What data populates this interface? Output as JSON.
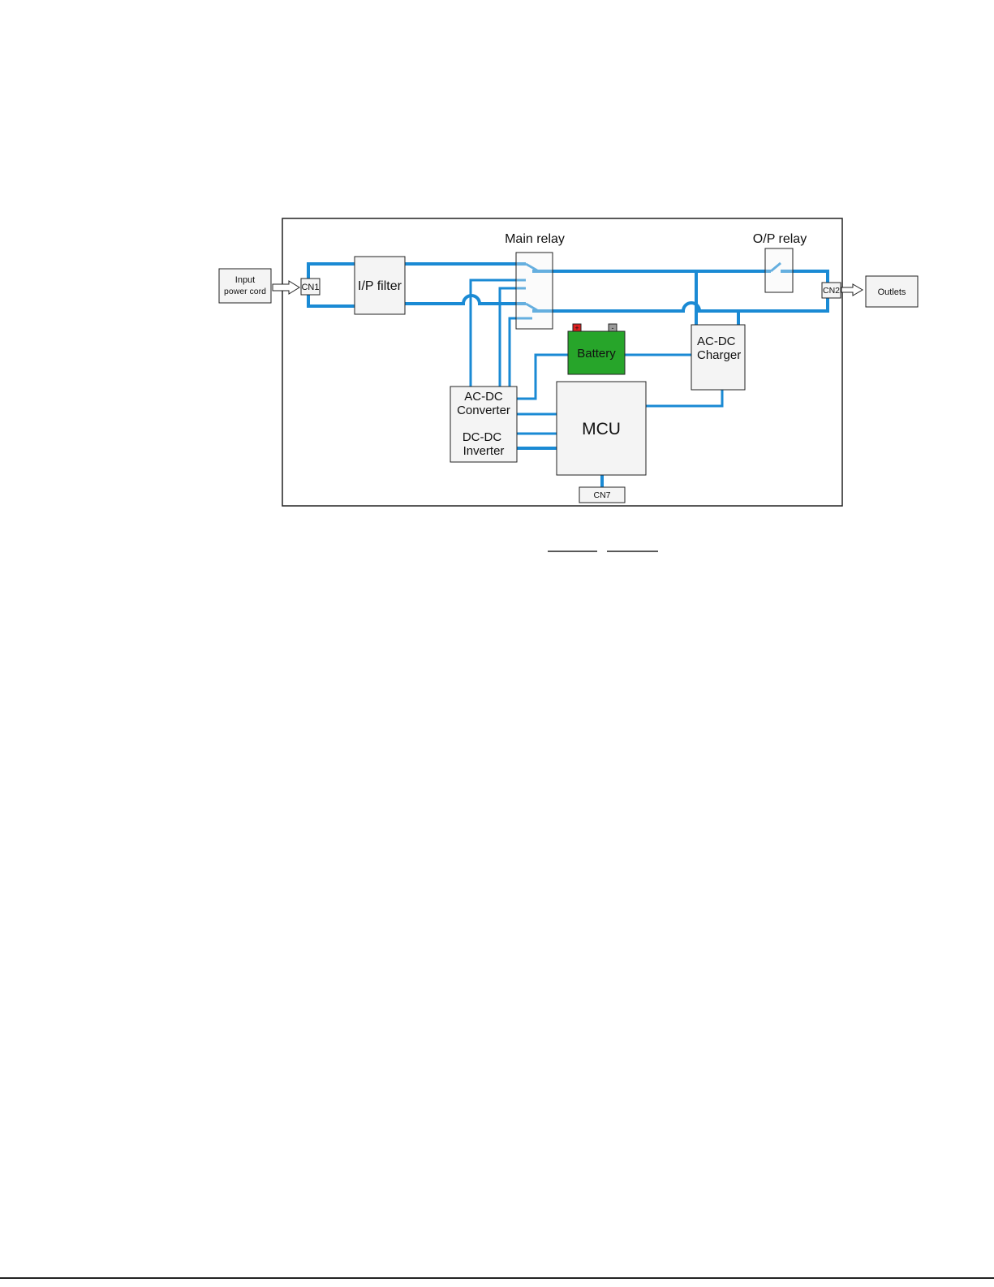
{
  "diagram": {
    "input_cord": "Input\npower cord",
    "cn1": "CN1",
    "ip_filter": "I/P filter",
    "main_relay": "Main relay",
    "op_relay": "O/P relay",
    "cn2": "CN2",
    "outlets": "Outlets",
    "battery": "Battery",
    "battery_pos": "+",
    "battery_neg": "-",
    "acdc_charger": "AC-DC\nCharger",
    "acdc_converter": "AC-DC\nConverter",
    "dcdc_inverter": "DC-DC\nInverter",
    "mcu": "MCU",
    "cn7": "CN7"
  },
  "colors": {
    "wire": "#1a8ad4",
    "battery_fill": "#27a52a",
    "battery_pos_terminal": "#e02020",
    "battery_neg_terminal": "#9a9a9a",
    "box_fill": "#f4f4f4"
  }
}
